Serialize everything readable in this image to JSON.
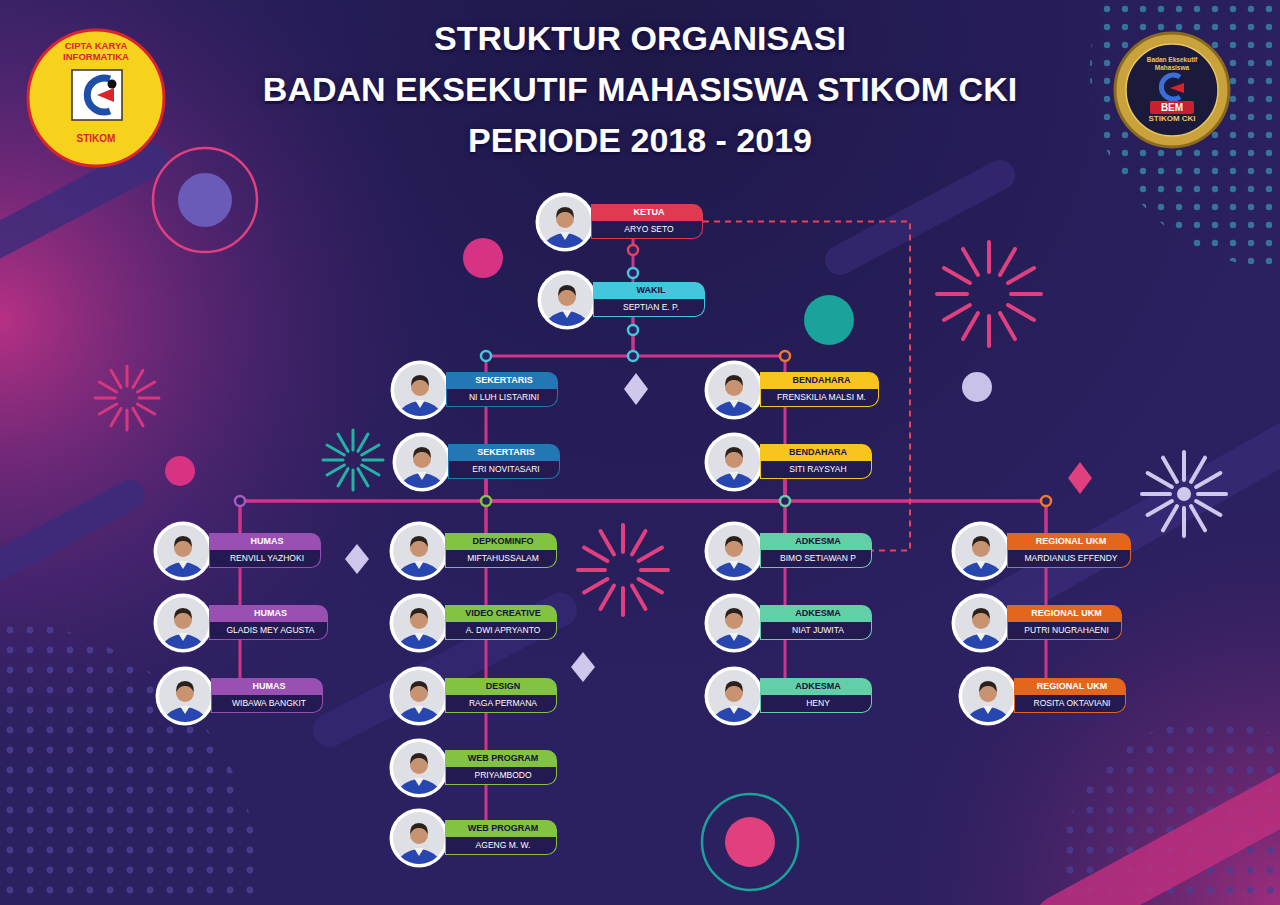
{
  "diagram": {
    "title": "STRUKTUR ORGANISASI BADAN EKSEKUTIF MAHASISWA STIKOM CKI PERIODE 2018 - 2019",
    "nodes": [
      {
        "text": [
          "KETUA",
          "ARYO SETO"
        ]
      },
      {
        "text": [
          "WAKIL",
          "SEPTIAN E. P."
        ]
      },
      {
        "text": [
          "SEKERTARIS",
          "NI LUH LISTARINI"
        ]
      },
      {
        "text": [
          "SEKERTARIS",
          "ERI NOVITASARI"
        ]
      },
      {
        "text": [
          "BENDAHARA",
          "FRENSKILIA MALSI M."
        ]
      },
      {
        "text": [
          "BENDAHARA",
          "SITI RAYSYAH"
        ]
      },
      {
        "text": [
          "HUMAS",
          "RENVILL YAZHOKI"
        ]
      },
      {
        "text": [
          "HUMAS",
          "GLADIS MEY AGUSTA"
        ]
      },
      {
        "text": [
          "HUMAS",
          "WIBAWA BANGKIT"
        ]
      },
      {
        "text": [
          "DEPKOMINFO",
          "MIFTAHUSSALAM"
        ]
      },
      {
        "text": [
          "VIDEO CREATIVE",
          "A. DWI APRYANTO"
        ]
      },
      {
        "text": [
          "DESIGN",
          "RAGA PERMANA"
        ]
      },
      {
        "text": [
          "WEB PROGRAM",
          "PRIYAMBODO"
        ]
      },
      {
        "text": [
          "WEB PROGRAM",
          "AGENG M. W."
        ]
      },
      {
        "text": [
          "ADKESMA",
          "BIMO SETIAWAN P"
        ]
      },
      {
        "text": [
          "ADKESMA",
          "NIAT JUWITA"
        ]
      },
      {
        "text": [
          "ADKESMA",
          "HENY"
        ]
      },
      {
        "text": [
          "REGIONAL UKM",
          "MARDIANUS EFFENDY"
        ]
      },
      {
        "text": [
          "REGIONAL UKM",
          "PUTRI NUGRAHAENI"
        ]
      },
      {
        "text": [
          "REGIONAL UKM",
          "ROSITA OKTAVIANI"
        ]
      }
    ],
    "edges": [
      {
        "from": 0,
        "to": 1,
        "arrow": "none"
      },
      {
        "from": 1,
        "to": 2,
        "arrow": "none"
      },
      {
        "from": 1,
        "to": 4,
        "arrow": "none"
      },
      {
        "from": 2,
        "to": 3,
        "arrow": "none"
      },
      {
        "from": 4,
        "to": 5,
        "arrow": "none"
      },
      {
        "from": 3,
        "to": 6,
        "arrow": "none"
      },
      {
        "from": 3,
        "to": 9,
        "arrow": "none"
      },
      {
        "from": 3,
        "to": 14,
        "arrow": "none"
      },
      {
        "from": 3,
        "to": 17,
        "arrow": "none"
      },
      {
        "from": 5,
        "to": 6,
        "arrow": "none"
      },
      {
        "from": 5,
        "to": 9,
        "arrow": "none"
      },
      {
        "from": 5,
        "to": 14,
        "arrow": "none"
      },
      {
        "from": 5,
        "to": 17,
        "arrow": "none"
      },
      {
        "from": 6,
        "to": 7,
        "arrow": "none"
      },
      {
        "from": 7,
        "to": 8,
        "arrow": "none"
      },
      {
        "from": 9,
        "to": 10,
        "arrow": "none"
      },
      {
        "from": 10,
        "to": 11,
        "arrow": "none"
      },
      {
        "from": 11,
        "to": 12,
        "arrow": "none"
      },
      {
        "from": 12,
        "to": 13,
        "arrow": "none"
      },
      {
        "from": 14,
        "to": 15,
        "arrow": "none"
      },
      {
        "from": 15,
        "to": 16,
        "arrow": "none"
      },
      {
        "from": 17,
        "to": 18,
        "arrow": "none"
      },
      {
        "from": 18,
        "to": 19,
        "arrow": "none"
      },
      {
        "from": 0,
        "to": 14,
        "arrow": "none"
      }
    ],
    "labels": [
      "CIPTA KARYA INFORMATIKA",
      "STIKOM",
      "Badan Eksekutif Mahasiswa",
      "BEM",
      "STIKOM CKI"
    ]
  }
}
